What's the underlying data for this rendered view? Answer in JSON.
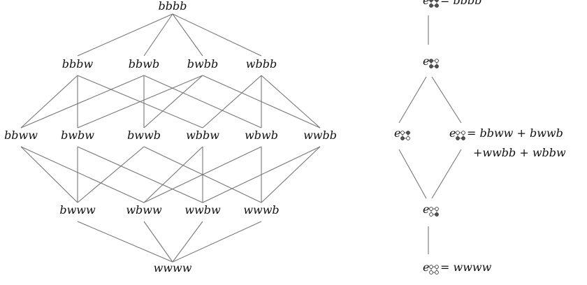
{
  "left_lattice": {
    "rows": [
      [
        "bbbb"
      ],
      [
        "bbbw",
        "bbwb",
        "bwbb",
        "wbbb"
      ],
      [
        "bbww",
        "bwbw",
        "bwwb",
        "wbbw",
        "wbwb",
        "wwbb"
      ],
      [
        "bwww",
        "wbww",
        "wwbw",
        "wwwb"
      ],
      [
        "wwww"
      ]
    ]
  },
  "right_chain": {
    "nodes": [
      {
        "label": "e",
        "pattern": [
          "b",
          "b",
          "b",
          "b"
        ],
        "equals": "bbbb"
      },
      {
        "label": "e",
        "pattern": [
          "b",
          "w",
          "b",
          "b"
        ],
        "equals": ""
      },
      {
        "label": "e",
        "pattern": [
          "w",
          "b",
          "b",
          "w"
        ],
        "equals": ""
      },
      {
        "label": "e",
        "pattern": [
          "w",
          "w",
          "b",
          "b"
        ],
        "equals": "bbww + bwwb"
      },
      {
        "label": "e",
        "pattern": [
          "w",
          "w",
          "w",
          "b"
        ],
        "equals": ""
      },
      {
        "label": "e",
        "pattern": [
          "w",
          "w",
          "w",
          "w"
        ],
        "equals": "wwww"
      }
    ],
    "continuation": "+wwbb + wbbw"
  }
}
